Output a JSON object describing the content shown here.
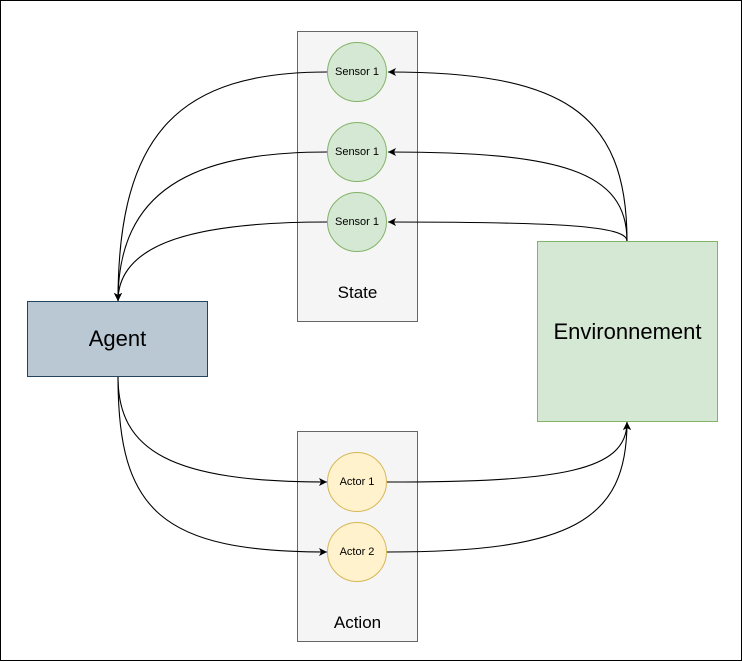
{
  "agent": {
    "label": "Agent"
  },
  "environment": {
    "label": "Environnement"
  },
  "state": {
    "label": "State",
    "sensors": [
      "Sensor 1",
      "Sensor 1",
      "Sensor 1"
    ]
  },
  "action": {
    "label": "Action",
    "actors": [
      "Actor 1",
      "Actor 2"
    ]
  },
  "colors": {
    "agent_fill": "#bac8d3",
    "agent_stroke": "#23445d",
    "environment_fill": "#d5e8d4",
    "sensor_fill": "#d5e8d4",
    "sensor_stroke": "#82b366",
    "actor_fill": "#fff2cc",
    "actor_stroke": "#d6b656",
    "group_fill": "#f5f5f5"
  }
}
